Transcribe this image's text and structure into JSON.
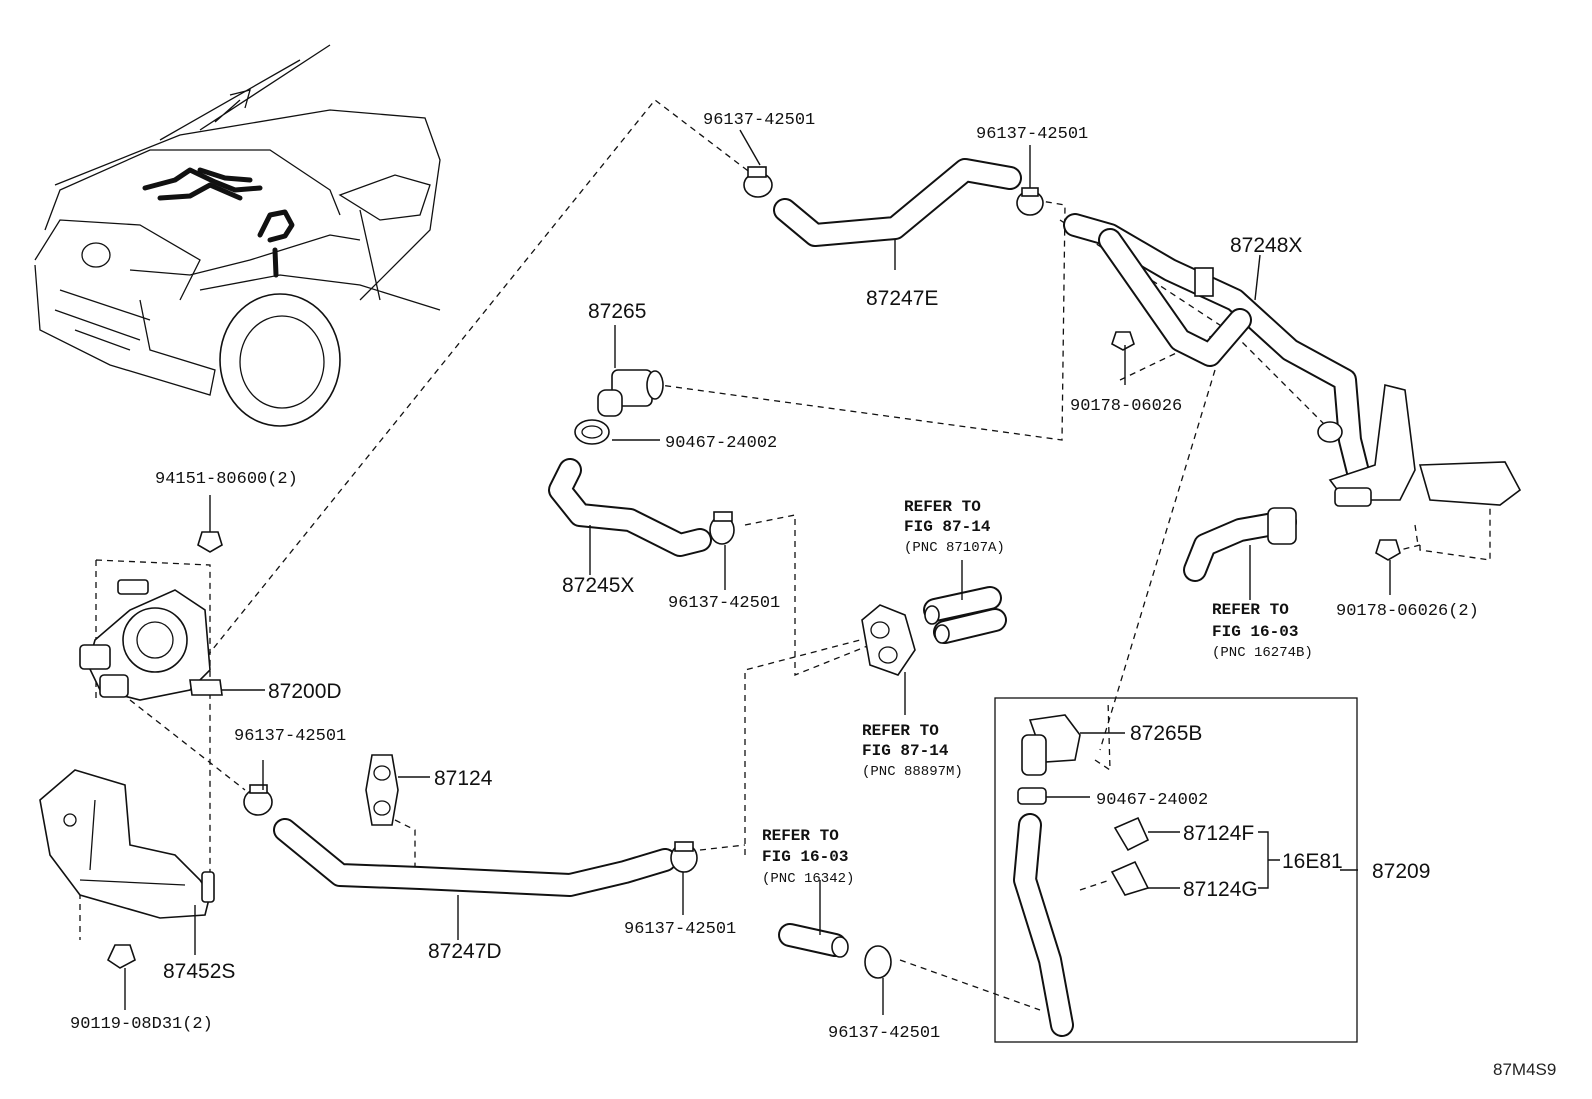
{
  "diagram_code": "87M4S9",
  "labels": {
    "clamp_top_left": "96137-42501",
    "clamp_top_right": "96137-42501",
    "hose_87247e": "87247E",
    "pipe_87248x": "87248X",
    "valve_87265": "87265",
    "nut_90178_top": "90178-06026",
    "clamp_90467_top": "90467-24002",
    "hose_87245x": "87245X",
    "clamp_mid": "96137-42501",
    "nut_94151": "94151-80600(2)",
    "pump_87200d": "87200D",
    "nut_90178_right": "90178-06026(2)",
    "clamp_left_low": "96137-42501",
    "bracket_87124": "87124",
    "cover_87452s": "87452S",
    "bolt_90119": "90119-08D31(2)",
    "hose_87247d": "87247D",
    "clamp_bottom_mid": "96137-42501",
    "clamp_bottom": "96137-42501",
    "valve_87265b": "87265B",
    "clamp_90467_box": "90467-24002",
    "clip_87124f": "87124F",
    "clip_87124g": "87124G",
    "kit_16e81": "16E81",
    "kit_87209": "87209"
  },
  "refs": {
    "ref1": {
      "line1": "REFER TO",
      "line2": "FIG 87-14",
      "pnc": "(PNC 87107A)"
    },
    "ref2": {
      "line1": "REFER TO",
      "line2": "FIG 16-03",
      "pnc": "(PNC 16274B)"
    },
    "ref3": {
      "line1": "REFER TO",
      "line2": "FIG 87-14",
      "pnc": "(PNC 88897M)"
    },
    "ref4": {
      "line1": "REFER TO",
      "line2": "FIG 16-03",
      "pnc": "(PNC 16342)"
    }
  }
}
